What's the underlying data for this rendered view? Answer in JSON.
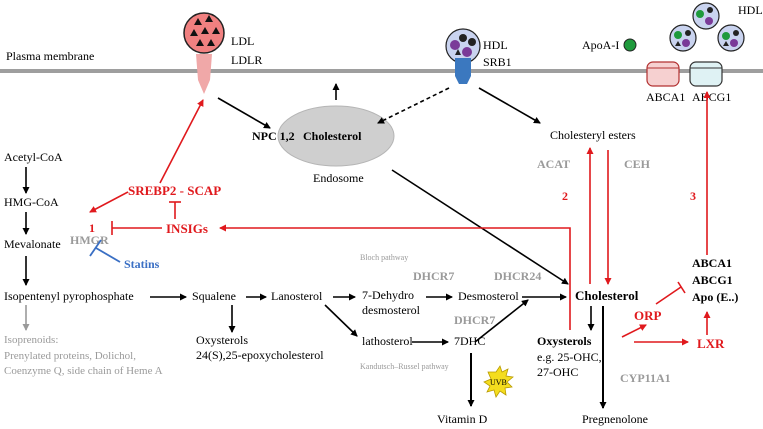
{
  "membrane": {
    "label": "Plasma membrane"
  },
  "receptors": {
    "ldl": "LDL",
    "ldlr": "LDLR",
    "hdl_srb1": "HDL",
    "srb1": "SRB1",
    "apoa1": "ApoA-I",
    "abca1": "ABCA1",
    "abcg1": "ABCG1",
    "hdl_top": "HDL"
  },
  "endosome": {
    "npc": "NPC 1,2",
    "cholesterol": "Cholesterol",
    "label": "Endosome"
  },
  "esters": {
    "label": "Cholesteryl esters",
    "acat": "ACAT",
    "ceh": "CEH",
    "num2": "2",
    "num3": "3"
  },
  "regulation": {
    "srebp2": "SREBP2 - SCAP",
    "insigs": "INSIGs",
    "hmgr": "HMGR",
    "num1": "1",
    "statins": "Statins"
  },
  "pathway": {
    "acetyl": "Acetyl-CoA",
    "hmgcoa": "HMG-CoA",
    "mevalonate": "Mevalonate",
    "ipp": "Isopentenyl pyrophosphate",
    "isoprenoids": [
      "Isoprenoids:",
      "Prenylated proteins, Dolichol,",
      "Coenzyme Q, side chain of Heme A"
    ],
    "squalene": "Squalene",
    "lanosterol": "Lanosterol",
    "oxysterols_left": [
      "Oxysterols",
      "24(S),25-epoxycholesterol"
    ],
    "bloch": "Bloch pathway",
    "dhcr7_top": "DHCR7",
    "dhcr24": "DHCR24",
    "dehydro": [
      "7-Dehydro",
      "desmosterol"
    ],
    "desmosterol": "Desmosterol",
    "lathosterol": "lathosterol",
    "dhcr7_bottom": "DHCR7",
    "sevendhc": "7DHC",
    "kandutsch": "Kandutsch–Russel pathway",
    "uvb": "UVB",
    "vitd": "Vitamin D"
  },
  "right": {
    "cholesterol": "Cholesterol",
    "oxysterols": [
      "Oxysterols",
      "e.g. 25-OHC,",
      "27-OHC"
    ],
    "cyp": "CYP11A1",
    "pregnenolone": "Pregnenolone",
    "orp": "ORP",
    "lxr": "LXR",
    "targets": [
      "ABCA1",
      "ABCG1",
      "Apo (E..)"
    ]
  },
  "colors": {
    "red": "#e0191d",
    "grey": "#9a9a9a",
    "blue": "#3a6fc4",
    "ldl": "#f08080",
    "endosome": "#cfcfcf"
  }
}
